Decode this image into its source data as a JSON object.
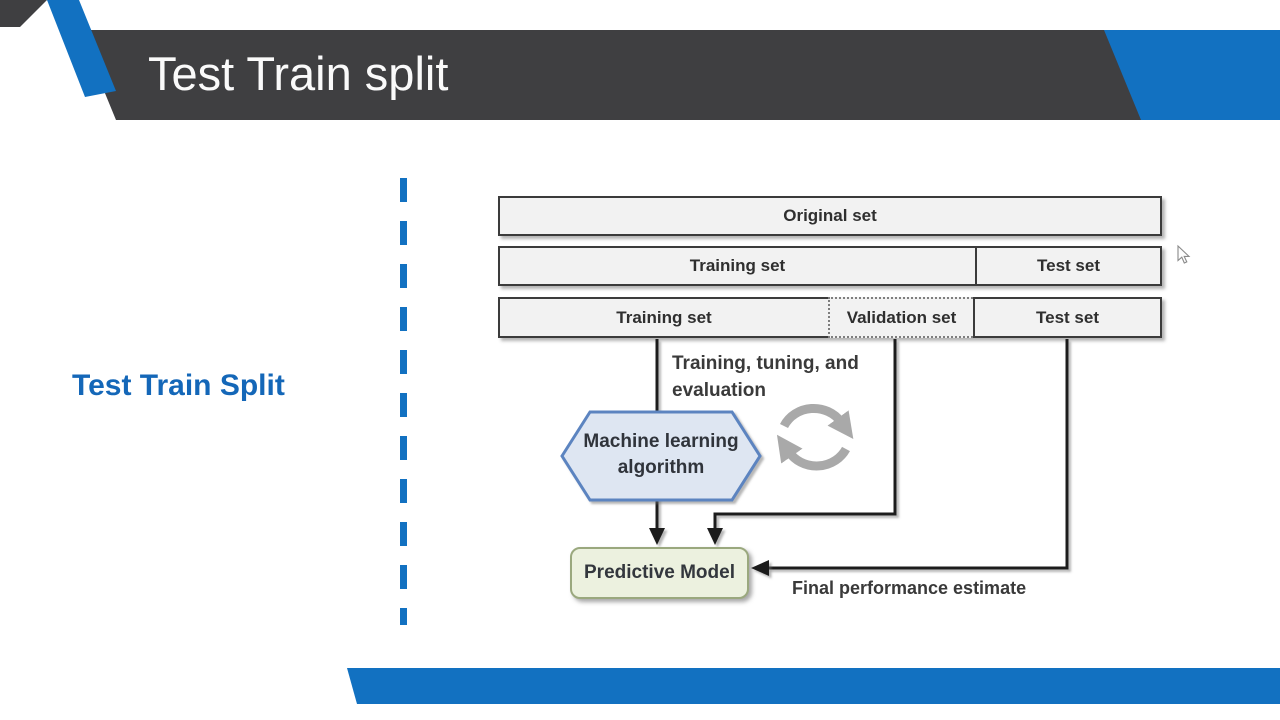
{
  "slide": {
    "title": "Test Train split",
    "side_heading": "Test Train Split"
  },
  "diagram": {
    "rows": [
      {
        "segments": [
          {
            "label": "Original set"
          }
        ]
      },
      {
        "segments": [
          {
            "label": "Training set"
          },
          {
            "label": "Test set"
          }
        ]
      },
      {
        "segments": [
          {
            "label": "Training set"
          },
          {
            "label": "Validation set"
          },
          {
            "label": "Test set"
          }
        ]
      }
    ],
    "loop_label": {
      "line1": "Training, tuning, and",
      "line2": "evaluation"
    },
    "hexagon": {
      "line1": "Machine learning",
      "line2": "algorithm"
    },
    "model_label": "Predictive Model",
    "estimate_label": "Final performance estimate"
  },
  "icons": {
    "cycle": "cycle-arrows-icon",
    "cursor": "mouse-cursor-icon"
  },
  "colors": {
    "accent_blue": "#1271C1",
    "heading_blue": "#1467B8",
    "banner_dark": "#3F3F41",
    "bar_fill": "#F2F2F2",
    "bar_border": "#3B3B3B",
    "hexagon_fill": "#DEE6F2",
    "hexagon_border": "#5B84C0",
    "model_fill": "#ECF1DF",
    "model_border": "#9AA87E",
    "connector": "#1A1A1A",
    "icon_gray": "#A9A9A9"
  }
}
